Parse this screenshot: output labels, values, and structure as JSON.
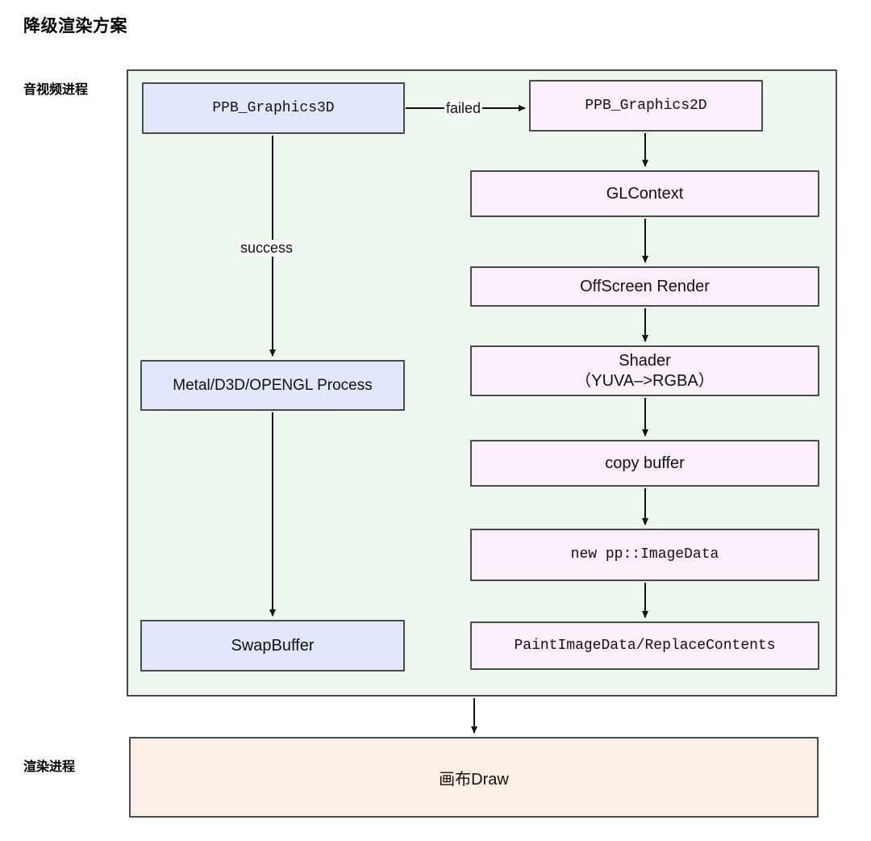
{
  "title": "降级渲染方案",
  "lanes": [
    {
      "id": "av",
      "label": "音视频进程",
      "fill": "#edf7ee"
    },
    {
      "id": "render",
      "label": "渲染进程",
      "fill": "#fcf0e6"
    }
  ],
  "colors": {
    "blue_node": "#e2e7fb",
    "pink_node": "#fbeffb",
    "av_lane": "#edf7ee",
    "render_lane": "#fcf0e6",
    "border": "#4a4a4a",
    "text": "#111111"
  },
  "nodes": {
    "graphics3d": {
      "label": "PPB_Graphics3D",
      "style": "blue",
      "font": "mono"
    },
    "graphics2d": {
      "label": "PPB_Graphics2D",
      "style": "pink",
      "font": "mono"
    },
    "glcontext": {
      "label": "GLContext",
      "style": "pink",
      "font": "sans"
    },
    "offscreen": {
      "label": "OffScreen Render",
      "style": "pink",
      "font": "sans"
    },
    "shader_line1": {
      "label": "Shader"
    },
    "shader_line2": {
      "label": "（YUVA–>RGBA）"
    },
    "copybuffer": {
      "label": "copy buffer",
      "style": "pink",
      "font": "sans"
    },
    "imagedata": {
      "label": "new pp::ImageData",
      "style": "pink",
      "font": "mono"
    },
    "paintimage": {
      "label": "PaintImageData/ReplaceContents",
      "style": "pink",
      "font": "mono"
    },
    "metalprocess": {
      "label": "Metal/D3D/OPENGL Process",
      "style": "blue",
      "font": "sans"
    },
    "swapbuffer": {
      "label": "SwapBuffer",
      "style": "blue",
      "font": "sans"
    },
    "canvasdraw": {
      "label": "画布Draw",
      "style": "none",
      "font": "sans"
    }
  },
  "edges": [
    {
      "from": "graphics3d",
      "to": "graphics2d",
      "label": "failed"
    },
    {
      "from": "graphics3d",
      "to": "metalprocess",
      "label": "success"
    },
    {
      "from": "graphics2d",
      "to": "glcontext",
      "label": ""
    },
    {
      "from": "glcontext",
      "to": "offscreen",
      "label": ""
    },
    {
      "from": "offscreen",
      "to": "shader",
      "label": ""
    },
    {
      "from": "shader",
      "to": "copybuffer",
      "label": ""
    },
    {
      "from": "copybuffer",
      "to": "imagedata",
      "label": ""
    },
    {
      "from": "imagedata",
      "to": "paintimage",
      "label": ""
    },
    {
      "from": "metalprocess",
      "to": "swapbuffer",
      "label": ""
    },
    {
      "from": "av_lane",
      "to": "canvasdraw",
      "label": ""
    }
  ]
}
